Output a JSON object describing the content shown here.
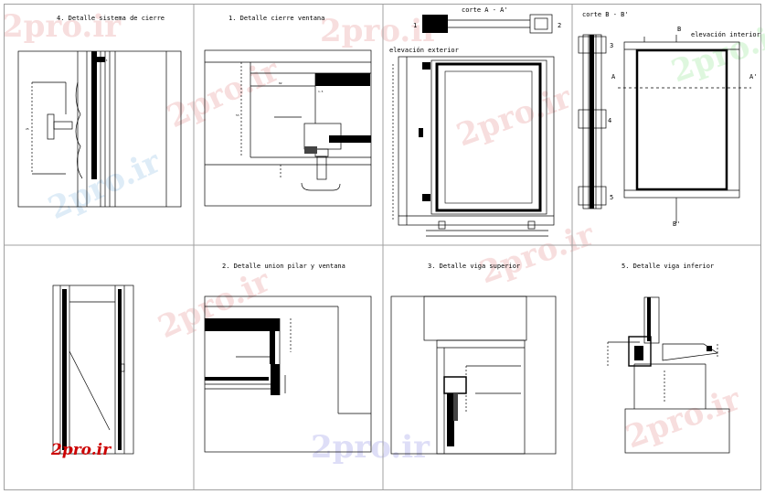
{
  "titles": {
    "p1": "4. Detalle sistema de cierre",
    "p2": "1. Detalle cierre ventana",
    "p3": "corte A - A'",
    "p3b": "elevación exterior",
    "p4": "corte B - B'",
    "p4b": "elevación interior",
    "p6": "2. Detalle union pilar y ventana",
    "p7": "3. Detalle viga superior",
    "p8": "5. Detalle viga inferior"
  },
  "markers": {
    "n1": "1",
    "n2": "2",
    "n3": "3",
    "n4": "4",
    "n5": "5",
    "A": "A",
    "A2": "A'",
    "B": "B",
    "B2": "B'"
  },
  "watermark": {
    "text": "2pro.ir",
    "logo": "2pro.ir",
    "color": "#e8b0b0",
    "logo_color": "#cc0000"
  },
  "colors": {
    "line": "#000000",
    "border": "#a0a0a0",
    "background": "#ffffff"
  }
}
